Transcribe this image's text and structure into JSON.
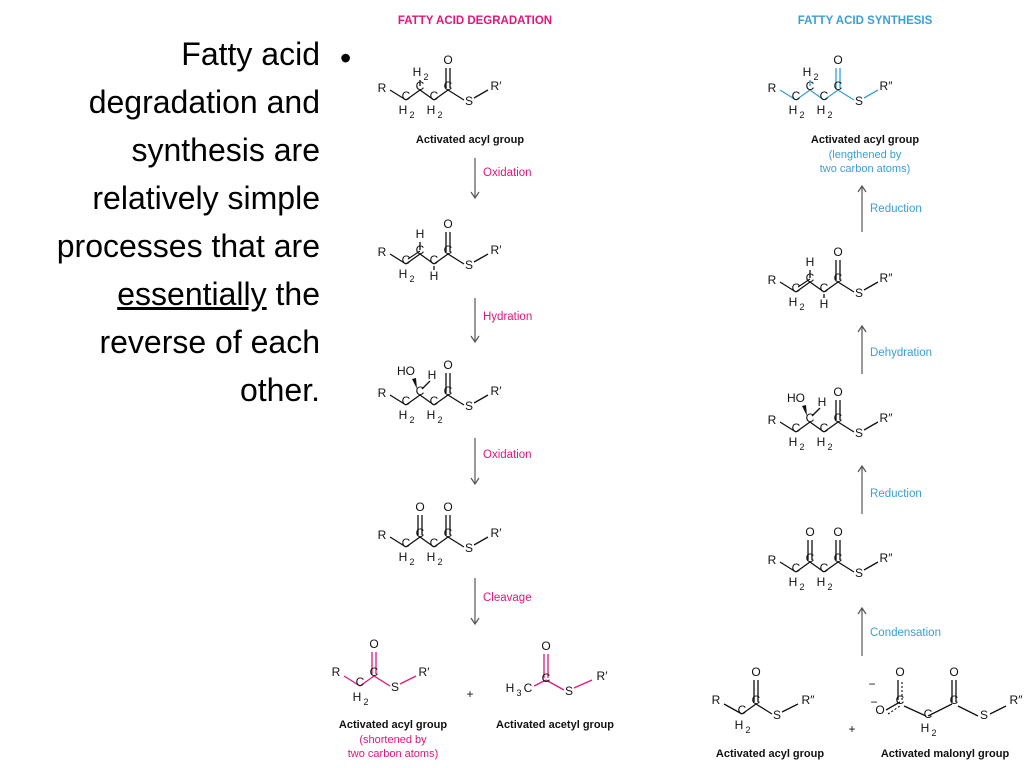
{
  "slide": {
    "text_before": "Fatty acid degradation and synthesis are relatively simple processes that are",
    "text_emphasis": "essentially",
    "text_after": "the reverse of each other.",
    "bullet": "•"
  },
  "colors": {
    "degradation": "#e0177a",
    "synthesis": "#3a9fd8",
    "structure": "#111111",
    "arrow": "#555555"
  },
  "degradation": {
    "title": "FATTY ACID DEGRADATION",
    "start_label": "Activated acyl group",
    "steps": [
      "Oxidation",
      "Hydration",
      "Oxidation",
      "Cleavage"
    ],
    "product1_label": "Activated acyl group",
    "product1_note1": "(shortened by",
    "product1_note2": "two carbon atoms)",
    "product2_label": "Activated acetyl group",
    "plus": "+"
  },
  "synthesis": {
    "title": "FATTY ACID SYNTHESIS",
    "product_label": "Activated acyl group",
    "product_note1": "(lengthened by",
    "product_note2": "two carbon atoms)",
    "steps_top_to_bottom": [
      "Reduction",
      "Dehydration",
      "Reduction",
      "Condensation"
    ],
    "reactant1_label": "Activated acyl group",
    "reactant2_label": "Activated malonyl group",
    "plus": "+"
  }
}
